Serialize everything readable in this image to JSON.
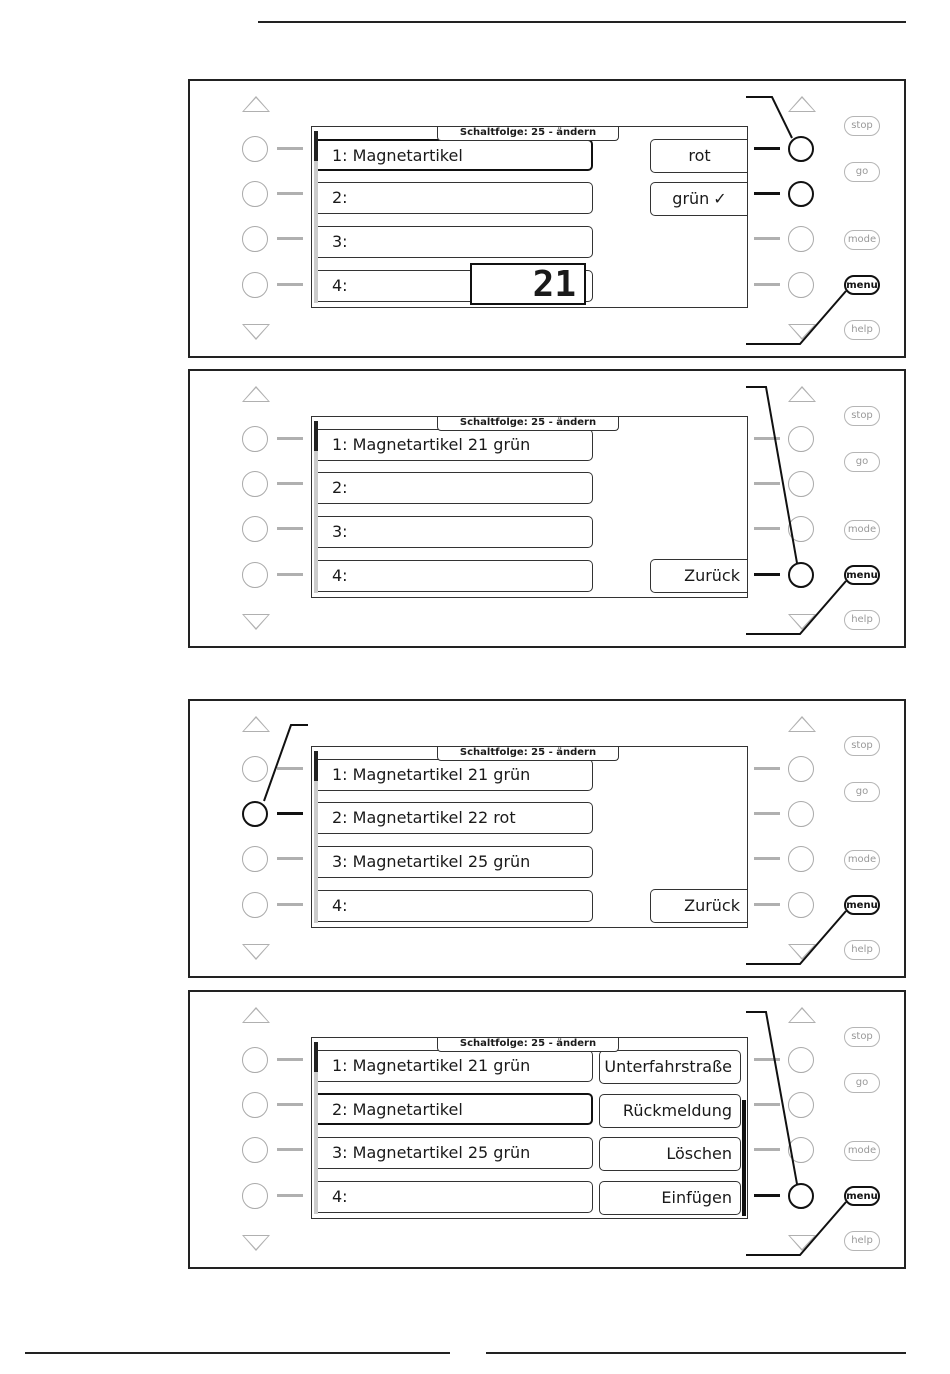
{
  "keys": {
    "stop": "stop",
    "go": "go",
    "mode": "mode",
    "menu": "menu",
    "help": "help"
  },
  "screen1": {
    "title": "Schaltfolge: 25 - ändern",
    "rows": [
      "1: Magnetartikel",
      "2:",
      "3:",
      "4:"
    ],
    "buttons": [
      "rot",
      "grün"
    ],
    "input_value": "21"
  },
  "screen2": {
    "title": "Schaltfolge: 25 - ändern",
    "rows": [
      "1: Magnetartikel 21 grün",
      "2:",
      "3:",
      "4:"
    ],
    "buttons": [
      "Zurück"
    ]
  },
  "screen3": {
    "title": "Schaltfolge: 25 - ändern",
    "rows": [
      "1: Magnetartikel 21 grün",
      "2: Magnetartikel 22 rot",
      "3: Magnetartikel 25 grün",
      "4:"
    ],
    "buttons": [
      "Zurück"
    ]
  },
  "screen4": {
    "title": "Schaltfolge: 25 - ändern",
    "rows": [
      "1: Magnetartikel 21 grün",
      "2: Magnetartikel",
      "3: Magnetartikel 25 grün",
      "4:"
    ],
    "buttons": [
      "Unterfahrstraße",
      "Rückmeldung",
      "Löschen",
      "Einfügen"
    ]
  }
}
